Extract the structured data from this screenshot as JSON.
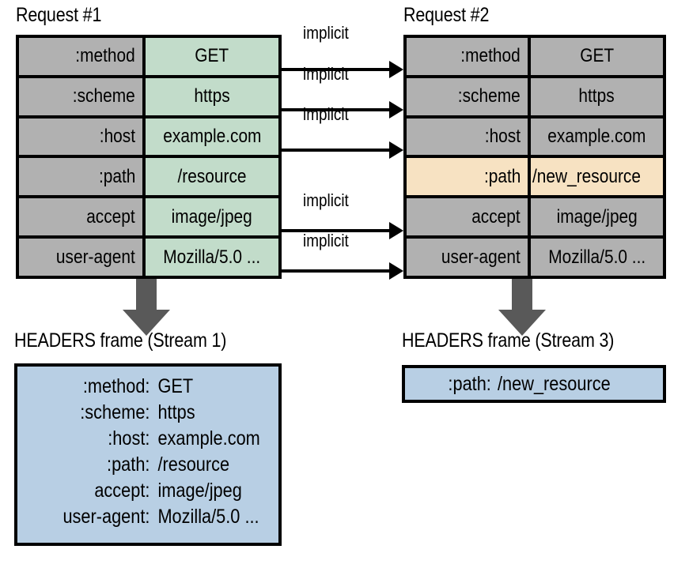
{
  "diagram": {
    "title_left": "Request #1",
    "title_right": "Request #2",
    "connector_label": "implicit"
  },
  "request1": {
    "caption": "Request #1",
    "rows": [
      {
        "name": ":method",
        "value": "GET"
      },
      {
        "name": ":scheme",
        "value": "https"
      },
      {
        "name": ":host",
        "value": "example.com"
      },
      {
        "name": ":path",
        "value": "/resource"
      },
      {
        "name": "accept",
        "value": "image/jpeg"
      },
      {
        "name": "user-agent",
        "value": "Mozilla/5.0 ..."
      }
    ]
  },
  "request2": {
    "caption": "Request #2",
    "rows": [
      {
        "name": ":method",
        "value": "GET"
      },
      {
        "name": ":scheme",
        "value": "https"
      },
      {
        "name": ":host",
        "value": "example.com"
      },
      {
        "name": ":path",
        "value": "/new_resource"
      },
      {
        "name": "accept",
        "value": "image/jpeg"
      },
      {
        "name": "user-agent",
        "value": "Mozilla/5.0 ..."
      }
    ]
  },
  "connectors": [
    {
      "label": "implicit"
    },
    {
      "label": "implicit"
    },
    {
      "label": "implicit"
    },
    {
      "label": "implicit"
    },
    {
      "label": "implicit"
    }
  ],
  "frame1": {
    "caption": "HEADERS frame (Stream 1)",
    "lines": [
      {
        "key": ":method:",
        "value": "GET"
      },
      {
        "key": ":scheme:",
        "value": "https"
      },
      {
        "key": ":host:",
        "value": "example.com"
      },
      {
        "key": ":path:",
        "value": "/resource"
      },
      {
        "key": "accept:",
        "value": "image/jpeg"
      },
      {
        "key": "user-agent:",
        "value": "Mozilla/5.0 ..."
      }
    ]
  },
  "frame2": {
    "caption": "HEADERS frame (Stream 3)",
    "lines": [
      {
        "key": ":path:",
        "value": "/new_resource"
      }
    ]
  },
  "colors": {
    "header_cell": "#b1b1b1",
    "value_cell_green": "#c2dcca",
    "highlight_peach": "#f7e2c2",
    "frame_blue": "#b8cfe4",
    "arrow_gray": "#595959",
    "stroke": "#000000"
  }
}
